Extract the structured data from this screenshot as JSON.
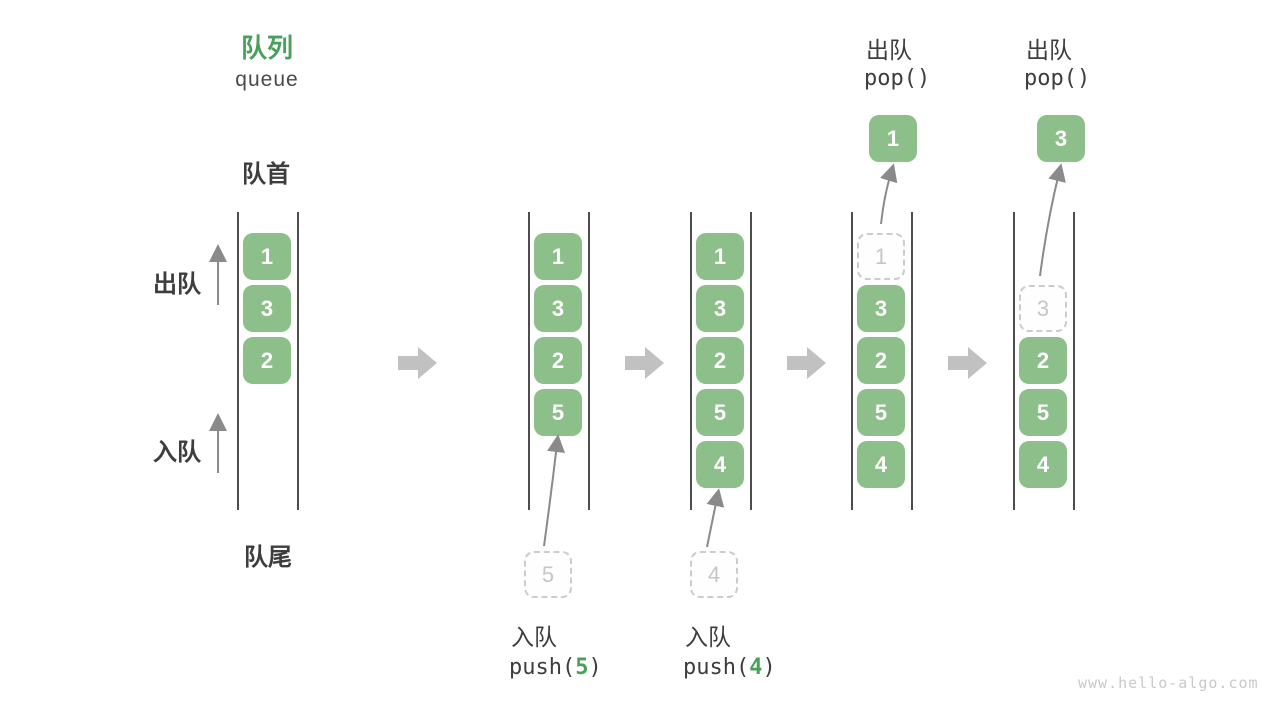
{
  "header": {
    "title_cn": "队列",
    "title_en": "queue"
  },
  "side_labels": {
    "front": "队首",
    "rear": "队尾",
    "dequeue": "出队",
    "enqueue": "入队"
  },
  "watermark": "www.hello-algo.com",
  "colors": {
    "green_box": "#8dbf8a",
    "green_text": "#4aa05a",
    "gray_arrow": "#c1c1c1",
    "thin_arrow": "#8a8a8a",
    "dashed_border": "#cccccc",
    "dashed_text": "#c6c6c6",
    "dark_text": "#3d3d3d"
  },
  "states": [
    {
      "cells": [
        "1",
        "3",
        "2"
      ]
    },
    {
      "cells": [
        "1",
        "3",
        "2",
        "5"
      ]
    },
    {
      "cells": [
        "1",
        "3",
        "2",
        "5",
        "4"
      ]
    },
    {
      "cells": [
        "3",
        "2",
        "5",
        "4"
      ],
      "removed": "1"
    },
    {
      "cells": [
        "2",
        "5",
        "4"
      ],
      "removed": "3"
    }
  ],
  "operations": {
    "push5": {
      "label_cn": "入队",
      "code_pre": "push(",
      "arg": "5",
      "code_post": ")",
      "pending": "5"
    },
    "push4": {
      "label_cn": "入队",
      "code_pre": "push(",
      "arg": "4",
      "code_post": ")",
      "pending": "4"
    },
    "pop1": {
      "label_cn": "出队",
      "code": "pop()",
      "popped": "1"
    },
    "pop2": {
      "label_cn": "出队",
      "code": "pop()",
      "popped": "3"
    }
  }
}
